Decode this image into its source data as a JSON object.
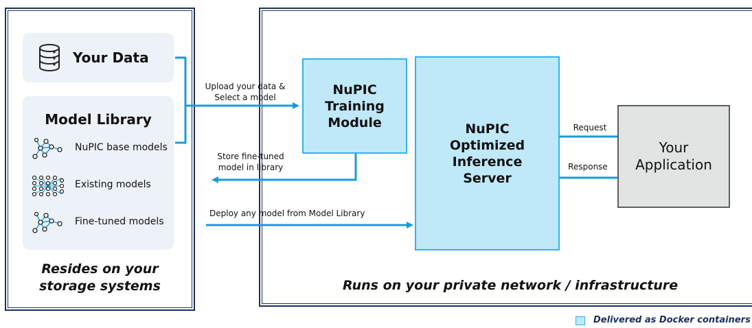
{
  "left_zone": {
    "your_data_label": "Your Data",
    "model_library_title": "Model Library",
    "models": [
      {
        "label": "NuPIC base models",
        "icon": "network-graph-icon"
      },
      {
        "label": "Existing models",
        "icon": "neural-grid-icon"
      },
      {
        "label": "Fine-tuned models",
        "icon": "network-graph-icon"
      }
    ],
    "caption_line1": "Resides on your",
    "caption_line2": "storage systems"
  },
  "arrows": {
    "upload_line1": "Upload your data &",
    "upload_line2": "Select a model",
    "store_line1": "Store fine-tuned",
    "store_line2": "model in library",
    "deploy": "Deploy any model from Model Library",
    "request": "Request",
    "response": "Response"
  },
  "right_zone": {
    "training_line1": "NuPIC",
    "training_line2": "Training",
    "training_line3": "Module",
    "inference_line1": "NuPIC",
    "inference_line2": "Optimized",
    "inference_line3": "Inference",
    "inference_line4": "Server",
    "app_line1": "Your",
    "app_line2": "Application",
    "caption": "Runs on your private network / infrastructure"
  },
  "legend": {
    "label": "Delivered as Docker containers"
  },
  "colors": {
    "frame": "#1d2f5a",
    "arrow": "#1a9bd7",
    "container_fill": "#bfe8f8",
    "container_border": "#33b2e6",
    "app_fill": "#e2e3e3",
    "app_border": "#5a5e61",
    "panel_fill": "#edf1f8"
  }
}
